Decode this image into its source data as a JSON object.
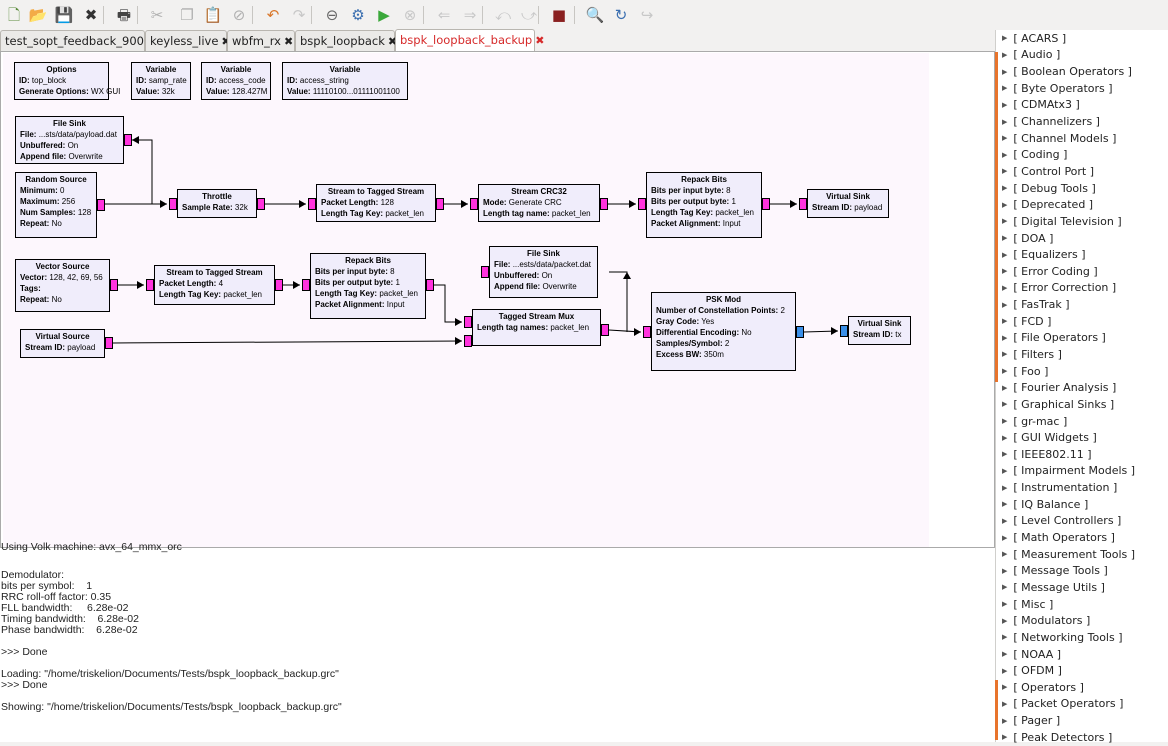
{
  "toolbar": {
    "buttons": [
      {
        "name": "new-icon",
        "glyph": "🗋",
        "color": "#5a8a3a"
      },
      {
        "name": "open-icon",
        "glyph": "📂",
        "color": "#d9a53a"
      },
      {
        "name": "save-icon",
        "glyph": "💾",
        "color": "#3d7a3d"
      },
      {
        "name": "close-icon",
        "glyph": "✖",
        "color": "#333333"
      },
      {
        "name": "print-icon",
        "glyph": "🖶",
        "color": "#444444"
      },
      {
        "name": "cut-icon",
        "glyph": "✂",
        "color": "#b0b0b0"
      },
      {
        "name": "copy-icon",
        "glyph": "❐",
        "color": "#b0b0b0"
      },
      {
        "name": "paste-icon",
        "glyph": "📋",
        "color": "#b0b0b0"
      },
      {
        "name": "delete-icon",
        "glyph": "⊘",
        "color": "#b0b0b0"
      },
      {
        "name": "undo-icon",
        "glyph": "↶",
        "color": "#d9772a"
      },
      {
        "name": "redo-icon",
        "glyph": "↷",
        "color": "#c8c8c8"
      },
      {
        "name": "disable-block-icon",
        "glyph": "⊖",
        "color": "#666666"
      },
      {
        "name": "generate-icon",
        "glyph": "⚙",
        "color": "#3b6fb0"
      },
      {
        "name": "execute-icon",
        "glyph": "▶",
        "color": "#3aa83a"
      },
      {
        "name": "stop-icon",
        "glyph": "⊗",
        "color": "#c8c8c8"
      },
      {
        "name": "back-arrow-icon",
        "glyph": "⇐",
        "color": "#c8c8c8"
      },
      {
        "name": "forward-arrow-icon",
        "glyph": "⇒",
        "color": "#c8c8c8"
      },
      {
        "name": "rotate-ccw-icon",
        "glyph": "⤺",
        "color": "#c8c8c8"
      },
      {
        "name": "rotate-cw-icon",
        "glyph": "⤻",
        "color": "#c8c8c8"
      },
      {
        "name": "kill-icon",
        "glyph": "■",
        "color": "#8a2020"
      },
      {
        "name": "find-icon",
        "glyph": "🔍",
        "color": "#3b6fb0"
      },
      {
        "name": "reload-icon",
        "glyph": "↻",
        "color": "#3b6fb0"
      },
      {
        "name": "bypass-icon",
        "glyph": "↪",
        "color": "#c8c8c8"
      }
    ]
  },
  "tabs": [
    {
      "label": "test_sopt_feedback_900",
      "close": "✖"
    },
    {
      "label": "keyless_live",
      "close": "✖"
    },
    {
      "label": "wbfm_rx",
      "close": "✖"
    },
    {
      "label": "bspk_loopback",
      "close": "✖"
    },
    {
      "label": "bspk_loopback_backup",
      "close": "✖",
      "active": true
    }
  ],
  "blocks": [
    {
      "id": "options",
      "title": "Options",
      "lines": [
        [
          "ID:",
          "top_block"
        ],
        [
          "Generate Options:",
          "WX GUI"
        ]
      ]
    },
    {
      "id": "var-samp-rate",
      "title": "Variable",
      "lines": [
        [
          "ID:",
          "samp_rate"
        ],
        [
          "Value:",
          "32k"
        ]
      ]
    },
    {
      "id": "var-access-code",
      "title": "Variable",
      "lines": [
        [
          "ID:",
          "access_code"
        ],
        [
          "Value:",
          "128.427M"
        ]
      ]
    },
    {
      "id": "var-access-string",
      "title": "Variable",
      "lines": [
        [
          "ID:",
          "access_string"
        ],
        [
          "Value:",
          "11110100...01111001100"
        ]
      ]
    },
    {
      "id": "file-sink-1",
      "title": "File Sink",
      "lines": [
        [
          "File:",
          "...sts/data/payload.dat"
        ],
        [
          "Unbuffered:",
          "On"
        ],
        [
          "Append file:",
          "Overwrite"
        ]
      ]
    },
    {
      "id": "random-source",
      "title": "Random Source",
      "lines": [
        [
          "Minimum:",
          "0"
        ],
        [
          "Maximum:",
          "256"
        ],
        [
          "Num Samples:",
          "128"
        ],
        [
          "Repeat:",
          "No"
        ]
      ]
    },
    {
      "id": "throttle",
      "title": "Throttle",
      "lines": [
        [
          "Sample Rate:",
          "32k"
        ]
      ]
    },
    {
      "id": "stream-to-tagged-1",
      "title": "Stream to Tagged Stream",
      "lines": [
        [
          "Packet Length:",
          "128"
        ],
        [
          "Length Tag Key:",
          "packet_len"
        ]
      ]
    },
    {
      "id": "stream-crc32",
      "title": "Stream CRC32",
      "lines": [
        [
          "Mode:",
          "Generate CRC"
        ],
        [
          "Length tag name:",
          "packet_len"
        ]
      ]
    },
    {
      "id": "repack-bits-1",
      "title": "Repack Bits",
      "lines": [
        [
          "Bits per input byte:",
          "8"
        ],
        [
          "Bits per output byte:",
          "1"
        ],
        [
          "Length Tag Key:",
          "packet_len"
        ],
        [
          "Packet Alignment:",
          "Input"
        ]
      ]
    },
    {
      "id": "virtual-sink-payload",
      "title": "Virtual Sink",
      "lines": [
        [
          "Stream ID:",
          "payload"
        ]
      ]
    },
    {
      "id": "vector-source",
      "title": "Vector Source",
      "lines": [
        [
          "Vector:",
          "128, 42, 69, 56"
        ],
        [
          "Tags:",
          ""
        ],
        [
          "Repeat:",
          "No"
        ]
      ]
    },
    {
      "id": "stream-to-tagged-2",
      "title": "Stream to Tagged Stream",
      "lines": [
        [
          "Packet Length:",
          "4"
        ],
        [
          "Length Tag Key:",
          "packet_len"
        ]
      ]
    },
    {
      "id": "repack-bits-2",
      "title": "Repack Bits",
      "lines": [
        [
          "Bits per input byte:",
          "8"
        ],
        [
          "Bits per output byte:",
          "1"
        ],
        [
          "Length Tag Key:",
          "packet_len"
        ],
        [
          "Packet Alignment:",
          "Input"
        ]
      ]
    },
    {
      "id": "file-sink-2",
      "title": "File Sink",
      "lines": [
        [
          "File:",
          "...ests/data/packet.dat"
        ],
        [
          "Unbuffered:",
          "On"
        ],
        [
          "Append file:",
          "Overwrite"
        ]
      ]
    },
    {
      "id": "tagged-stream-mux",
      "title": "Tagged Stream Mux",
      "lines": [
        [
          "Length tag names:",
          "packet_len"
        ]
      ]
    },
    {
      "id": "psk-mod",
      "title": "PSK Mod",
      "lines": [
        [
          "Number of Constellation Points:",
          "2"
        ],
        [
          "Gray Code:",
          "Yes"
        ],
        [
          "Differential Encoding:",
          "No"
        ],
        [
          "Samples/Symbol:",
          "2"
        ],
        [
          "Excess BW:",
          "350m"
        ]
      ]
    },
    {
      "id": "virtual-source",
      "title": "Virtual Source",
      "lines": [
        [
          "Stream ID:",
          "payload"
        ]
      ]
    },
    {
      "id": "virtual-sink-tx",
      "title": "Virtual Sink",
      "lines": [
        [
          "Stream ID:",
          "tx"
        ]
      ]
    }
  ],
  "console": [
    "Using Volk machine: avx_64_mmx_orc",
    "",
    "Demodulator:",
    "bits per symbol:    1",
    "RRC roll-off factor: 0.35",
    "FLL bandwidth:     6.28e-02",
    "Timing bandwidth:    6.28e-02",
    "Phase bandwidth:    6.28e-02",
    "",
    ">>> Done",
    "",
    "Loading: \"/home/triskelion/Documents/Tests/bspk_loopback_backup.grc\"",
    ">>> Done",
    "",
    "Showing: \"/home/triskelion/Documents/Tests/bspk_loopback_backup.grc\""
  ],
  "sidebar": {
    "arrow": "▶",
    "categories": [
      "[ ACARS ]",
      "[ Audio ]",
      "[ Boolean Operators ]",
      "[ Byte Operators ]",
      "[ CDMAtx3 ]",
      "[ Channelizers ]",
      "[ Channel Models ]",
      "[ Coding ]",
      "[ Control Port ]",
      "[ Debug Tools ]",
      "[ Deprecated ]",
      "[ Digital Television ]",
      "[ DOA ]",
      "[ Equalizers ]",
      "[ Error Coding ]",
      "[ Error Correction ]",
      "[ FasTrak ]",
      "[ FCD ]",
      "[ File Operators ]",
      "[ Filters ]",
      "[ Foo ]",
      "[ Fourier Analysis ]",
      "[ Graphical Sinks ]",
      "[ gr-mac ]",
      "[ GUI Widgets ]",
      "[ IEEE802.11 ]",
      "[ Impairment Models ]",
      "[ Instrumentation ]",
      "[ IQ Balance ]",
      "[ Level Controllers ]",
      "[ Math Operators ]",
      "[ Measurement Tools ]",
      "[ Message Tools ]",
      "[ Message Utils ]",
      "[ Misc ]",
      "[ Modulators ]",
      "[ Networking Tools ]",
      "[ NOAA ]",
      "[ OFDM ]",
      "[ Operators ]",
      "[ Packet Operators ]",
      "[ Pager ]",
      "[ Peak Detectors ]"
    ]
  },
  "colors": {
    "port": "#ff33dd",
    "port_msg": "#3a8fe8",
    "block_bg": "#f0edfb",
    "active_tab": "#d62a2a",
    "marker": "#e8742c"
  }
}
